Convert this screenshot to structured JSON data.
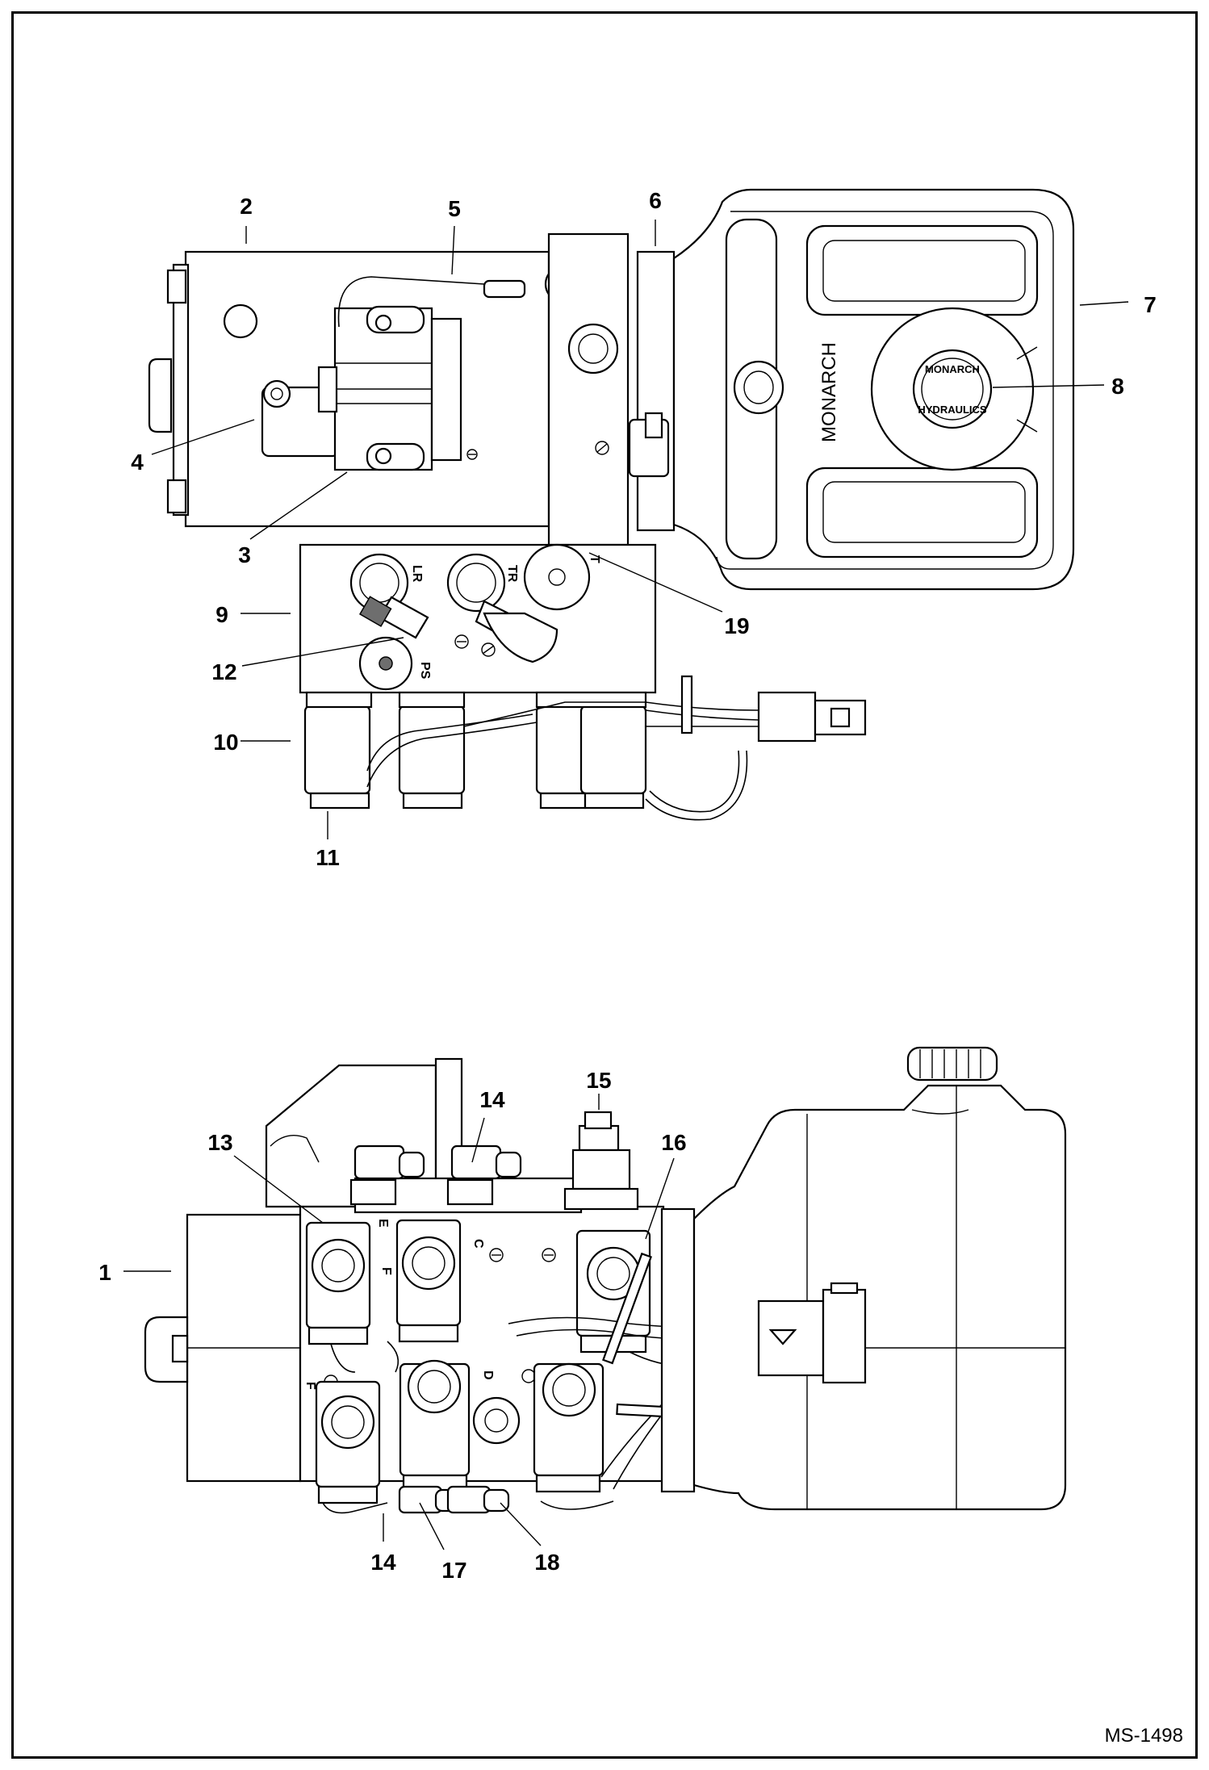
{
  "drawing_code": "MS-1498",
  "brand": {
    "tank_text": "MONARCH",
    "cap_text_top": "MONARCH",
    "cap_text_bottom": "HYDRAULICS"
  },
  "port_marks": [
    "LR",
    "TR",
    "T",
    "PS",
    "E",
    "C",
    "F",
    "F",
    "D"
  ],
  "callouts_top": [
    "2",
    "5",
    "6",
    "7",
    "8",
    "4",
    "3",
    "9",
    "19",
    "12",
    "10",
    "11"
  ],
  "callouts_bottom": [
    "15",
    "14",
    "13",
    "16",
    "1",
    "14",
    "17",
    "18"
  ]
}
